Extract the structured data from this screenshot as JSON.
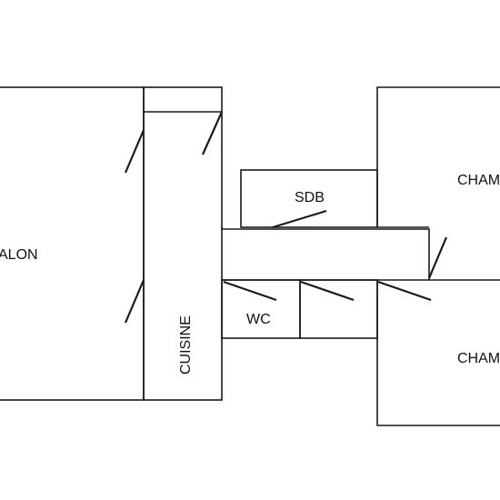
{
  "rooms": {
    "salon": "ALON",
    "cuisine": "CUISINE",
    "sdb": "SDB",
    "wc": "WC",
    "chambre_top": "CHAM",
    "chambre_bottom": "CHAM"
  },
  "colors": {
    "background": "#ffffff",
    "lines": "#1a1a1a",
    "text": "#111111"
  }
}
